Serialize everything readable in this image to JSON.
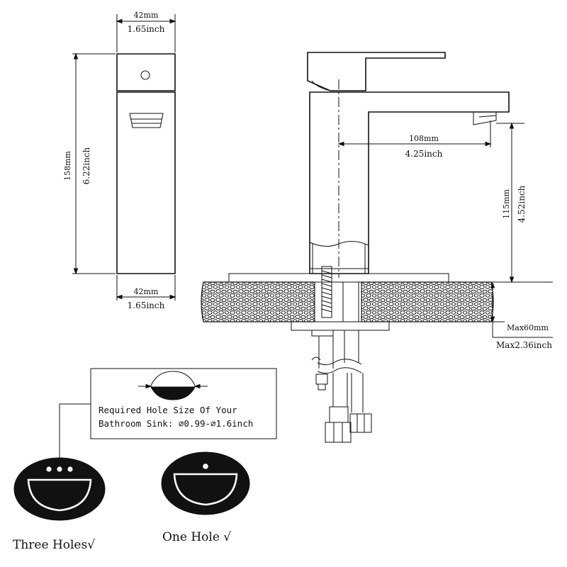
{
  "side_view": {
    "top_width_mm": "42mm",
    "top_width_in": "1.65inch",
    "height_mm": "158mm",
    "height_in": "6.22inch",
    "bottom_width_mm": "42mm",
    "bottom_width_in": "1.65inch"
  },
  "front_view": {
    "reach_mm": "108mm",
    "reach_in": "4.25inch",
    "spout_height_mm": "115mm",
    "spout_height_in": "4.52inch",
    "deck_max_mm": "Max60mm",
    "deck_max_in": "Max2.36inch"
  },
  "hole_note": {
    "line1": "Required Hole Size Of Your",
    "line2": "Bathroom Sink: ⌀0.99-⌀1.6inch"
  },
  "sinks": {
    "three_holes": "Three Holes√",
    "one_hole": "One Hole  √"
  }
}
